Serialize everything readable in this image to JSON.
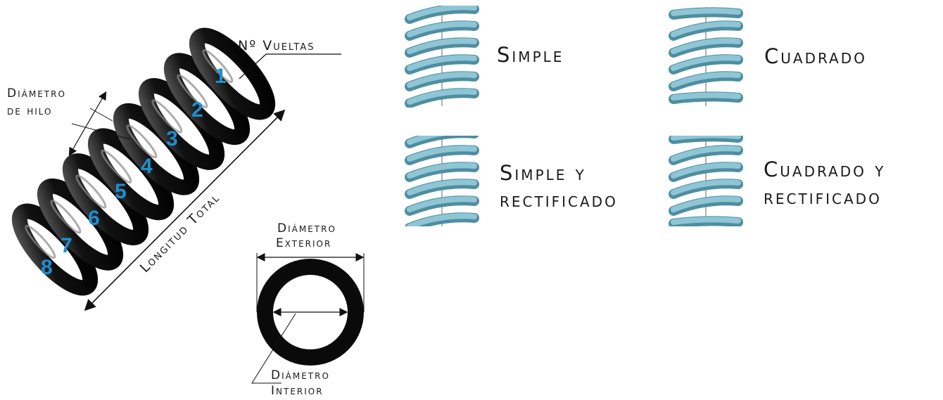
{
  "spring": {
    "numbers": [
      "1",
      "2",
      "3",
      "4",
      "5",
      "6",
      "7",
      "8"
    ],
    "labels": {
      "turns": "Nº Vueltas",
      "wire_diameter_line1": "Diámetro",
      "wire_diameter_line2": "de hilo",
      "total_length": "Longitud Total"
    },
    "colors": {
      "coil": "#0b0b0b",
      "number": "#1e8fd0"
    }
  },
  "ring": {
    "outer_line1": "Diámetro",
    "outer_line2": "Exterior",
    "inner_line1": "Diámetro",
    "inner_line2": "Interior"
  },
  "end_types": [
    {
      "line1": "Simple",
      "line2": ""
    },
    {
      "line1": "Cuadrado",
      "line2": ""
    },
    {
      "line1": "Simple y",
      "line2": "rectificado"
    },
    {
      "line1": "Cuadrado y",
      "line2": "rectificado"
    }
  ],
  "colors": {
    "spring_blue": "#8fc6d6",
    "spring_dark": "#4f8ea0"
  }
}
